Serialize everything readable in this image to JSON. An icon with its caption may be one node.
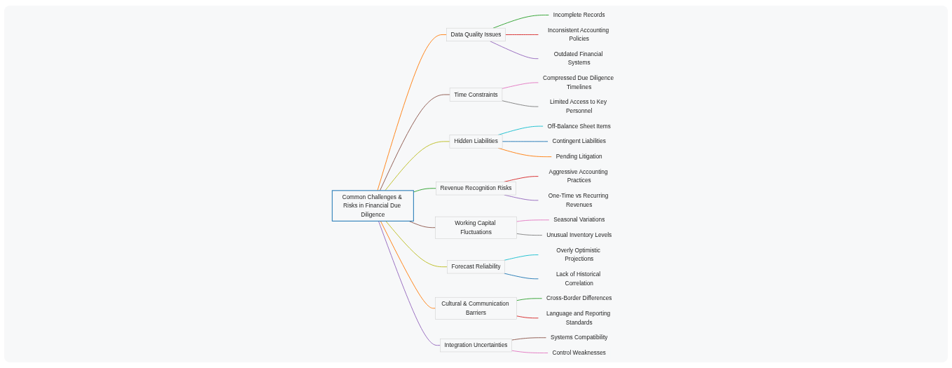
{
  "diagram": {
    "nodes": [
      {
        "text": [
          "Common Challenges & Risks in Financial Due Diligence"
        ]
      },
      {
        "text": [
          "Data Quality Issues"
        ]
      },
      {
        "text": [
          "Incomplete Records"
        ]
      },
      {
        "text": [
          "Inconsistent Accounting Policies"
        ]
      },
      {
        "text": [
          "Outdated Financial Systems"
        ]
      },
      {
        "text": [
          "Time Constraints"
        ]
      },
      {
        "text": [
          "Compressed Due Diligence Timelines"
        ]
      },
      {
        "text": [
          "Limited Access to Key Personnel"
        ]
      },
      {
        "text": [
          "Hidden Liabilities"
        ]
      },
      {
        "text": [
          "Off-Balance Sheet Items"
        ]
      },
      {
        "text": [
          "Contingent Liabilities"
        ]
      },
      {
        "text": [
          "Pending Litigation"
        ]
      },
      {
        "text": [
          "Revenue Recognition Risks"
        ]
      },
      {
        "text": [
          "Aggressive Accounting Practices"
        ]
      },
      {
        "text": [
          "One-Time vs Recurring Revenues"
        ]
      },
      {
        "text": [
          "Working Capital Fluctuations"
        ]
      },
      {
        "text": [
          "Seasonal Variations"
        ]
      },
      {
        "text": [
          "Unusual Inventory Levels"
        ]
      },
      {
        "text": [
          "Forecast Reliability"
        ]
      },
      {
        "text": [
          "Overly Optimistic Projections"
        ]
      },
      {
        "text": [
          "Lack of Historical Correlation"
        ]
      },
      {
        "text": [
          "Cultural & Communication Barriers"
        ]
      },
      {
        "text": [
          "Cross-Border Differences"
        ]
      },
      {
        "text": [
          "Language and Reporting Standards"
        ]
      },
      {
        "text": [
          "Integration Uncertainties"
        ]
      },
      {
        "text": [
          "Systems Compatibility"
        ]
      },
      {
        "text": [
          "Control Weaknesses"
        ]
      }
    ],
    "edges": [
      {
        "from": 0,
        "to": 1,
        "arrow": "none",
        "color": "#ff7f0e"
      },
      {
        "from": 1,
        "to": 2,
        "arrow": "none",
        "color": "#2ca02c"
      },
      {
        "from": 1,
        "to": 3,
        "arrow": "none",
        "color": "#d62728"
      },
      {
        "from": 1,
        "to": 4,
        "arrow": "none",
        "color": "#9467bd"
      },
      {
        "from": 0,
        "to": 5,
        "arrow": "none",
        "color": "#8c564b"
      },
      {
        "from": 5,
        "to": 6,
        "arrow": "none",
        "color": "#e377c2"
      },
      {
        "from": 5,
        "to": 7,
        "arrow": "none",
        "color": "#7f7f7f"
      },
      {
        "from": 0,
        "to": 8,
        "arrow": "none",
        "color": "#bcbd22"
      },
      {
        "from": 8,
        "to": 9,
        "arrow": "none",
        "color": "#17becf"
      },
      {
        "from": 8,
        "to": 10,
        "arrow": "none",
        "color": "#1f77b4"
      },
      {
        "from": 8,
        "to": 11,
        "arrow": "none",
        "color": "#ff7f0e"
      },
      {
        "from": 0,
        "to": 12,
        "arrow": "none",
        "color": "#2ca02c"
      },
      {
        "from": 12,
        "to": 13,
        "arrow": "none",
        "color": "#d62728"
      },
      {
        "from": 12,
        "to": 14,
        "arrow": "none",
        "color": "#9467bd"
      },
      {
        "from": 0,
        "to": 15,
        "arrow": "none",
        "color": "#8c564b"
      },
      {
        "from": 15,
        "to": 16,
        "arrow": "none",
        "color": "#e377c2"
      },
      {
        "from": 15,
        "to": 17,
        "arrow": "none",
        "color": "#7f7f7f"
      },
      {
        "from": 0,
        "to": 18,
        "arrow": "none",
        "color": "#bcbd22"
      },
      {
        "from": 18,
        "to": 19,
        "arrow": "none",
        "color": "#17becf"
      },
      {
        "from": 18,
        "to": 20,
        "arrow": "none",
        "color": "#1f77b4"
      },
      {
        "from": 0,
        "to": 21,
        "arrow": "none",
        "color": "#ff7f0e"
      },
      {
        "from": 21,
        "to": 22,
        "arrow": "none",
        "color": "#2ca02c"
      },
      {
        "from": 21,
        "to": 23,
        "arrow": "none",
        "color": "#d62728"
      },
      {
        "from": 0,
        "to": 24,
        "arrow": "none",
        "color": "#9467bd"
      },
      {
        "from": 24,
        "to": 25,
        "arrow": "none",
        "color": "#8c564b"
      },
      {
        "from": 24,
        "to": 26,
        "arrow": "none",
        "color": "#e377c2"
      }
    ]
  }
}
